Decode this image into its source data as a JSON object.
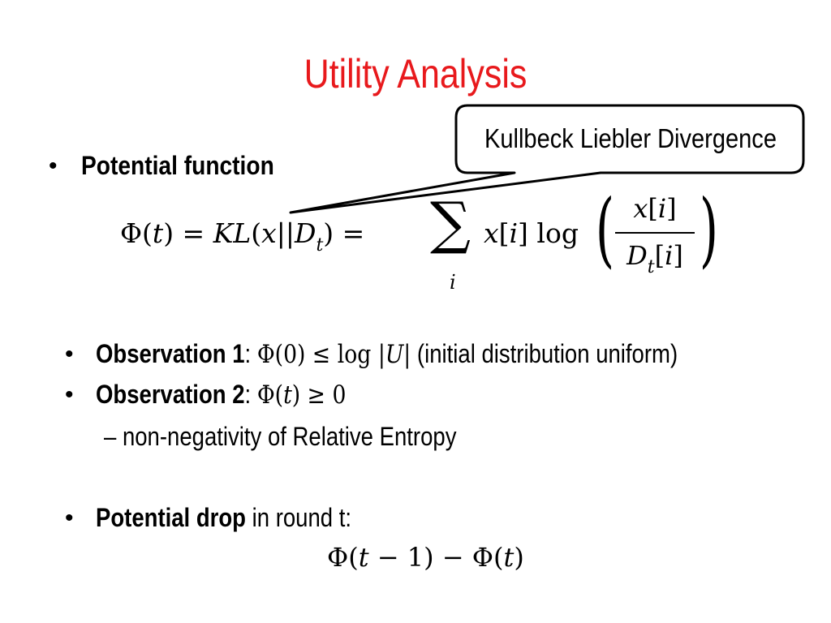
{
  "slide": {
    "title": "Utility Analysis",
    "title_color": "#e8191c",
    "callout": {
      "text": "Kullbeck Liebler Divergence"
    },
    "bullet1": {
      "marker": "•",
      "label": "Potential function"
    },
    "formula": {
      "lhs": "Φ(𝑡) = 𝐾𝐿(𝑥||𝐷",
      "lhs_sub": "𝑡",
      "lhs_tail": ") =",
      "sum_symbol": "∑",
      "sum_index": "𝑖",
      "term": "𝑥[𝑖] log",
      "frac_num": "𝑥[𝑖]",
      "frac_den_main": "𝐷",
      "frac_den_sub": "𝑡",
      "frac_den_tail": "[𝑖]",
      "paren_left": "(",
      "paren_right": ")"
    },
    "obs1": {
      "marker": "•",
      "label": "Observation 1",
      "sep": ":",
      "math": "Φ(0) ≤ log |𝑈|",
      "note": "(initial distribution uniform)"
    },
    "obs2": {
      "marker": "•",
      "label": "Observation 2",
      "sep": ":",
      "math": "Φ(𝑡) ≥ 0"
    },
    "obs2_sub": {
      "text": "– non-negativity of Relative Entropy"
    },
    "drop": {
      "marker": "•",
      "label": "Potential drop",
      "rest": " in round t:",
      "formula": "Φ(𝑡 − 1) − Φ(𝑡)"
    }
  }
}
